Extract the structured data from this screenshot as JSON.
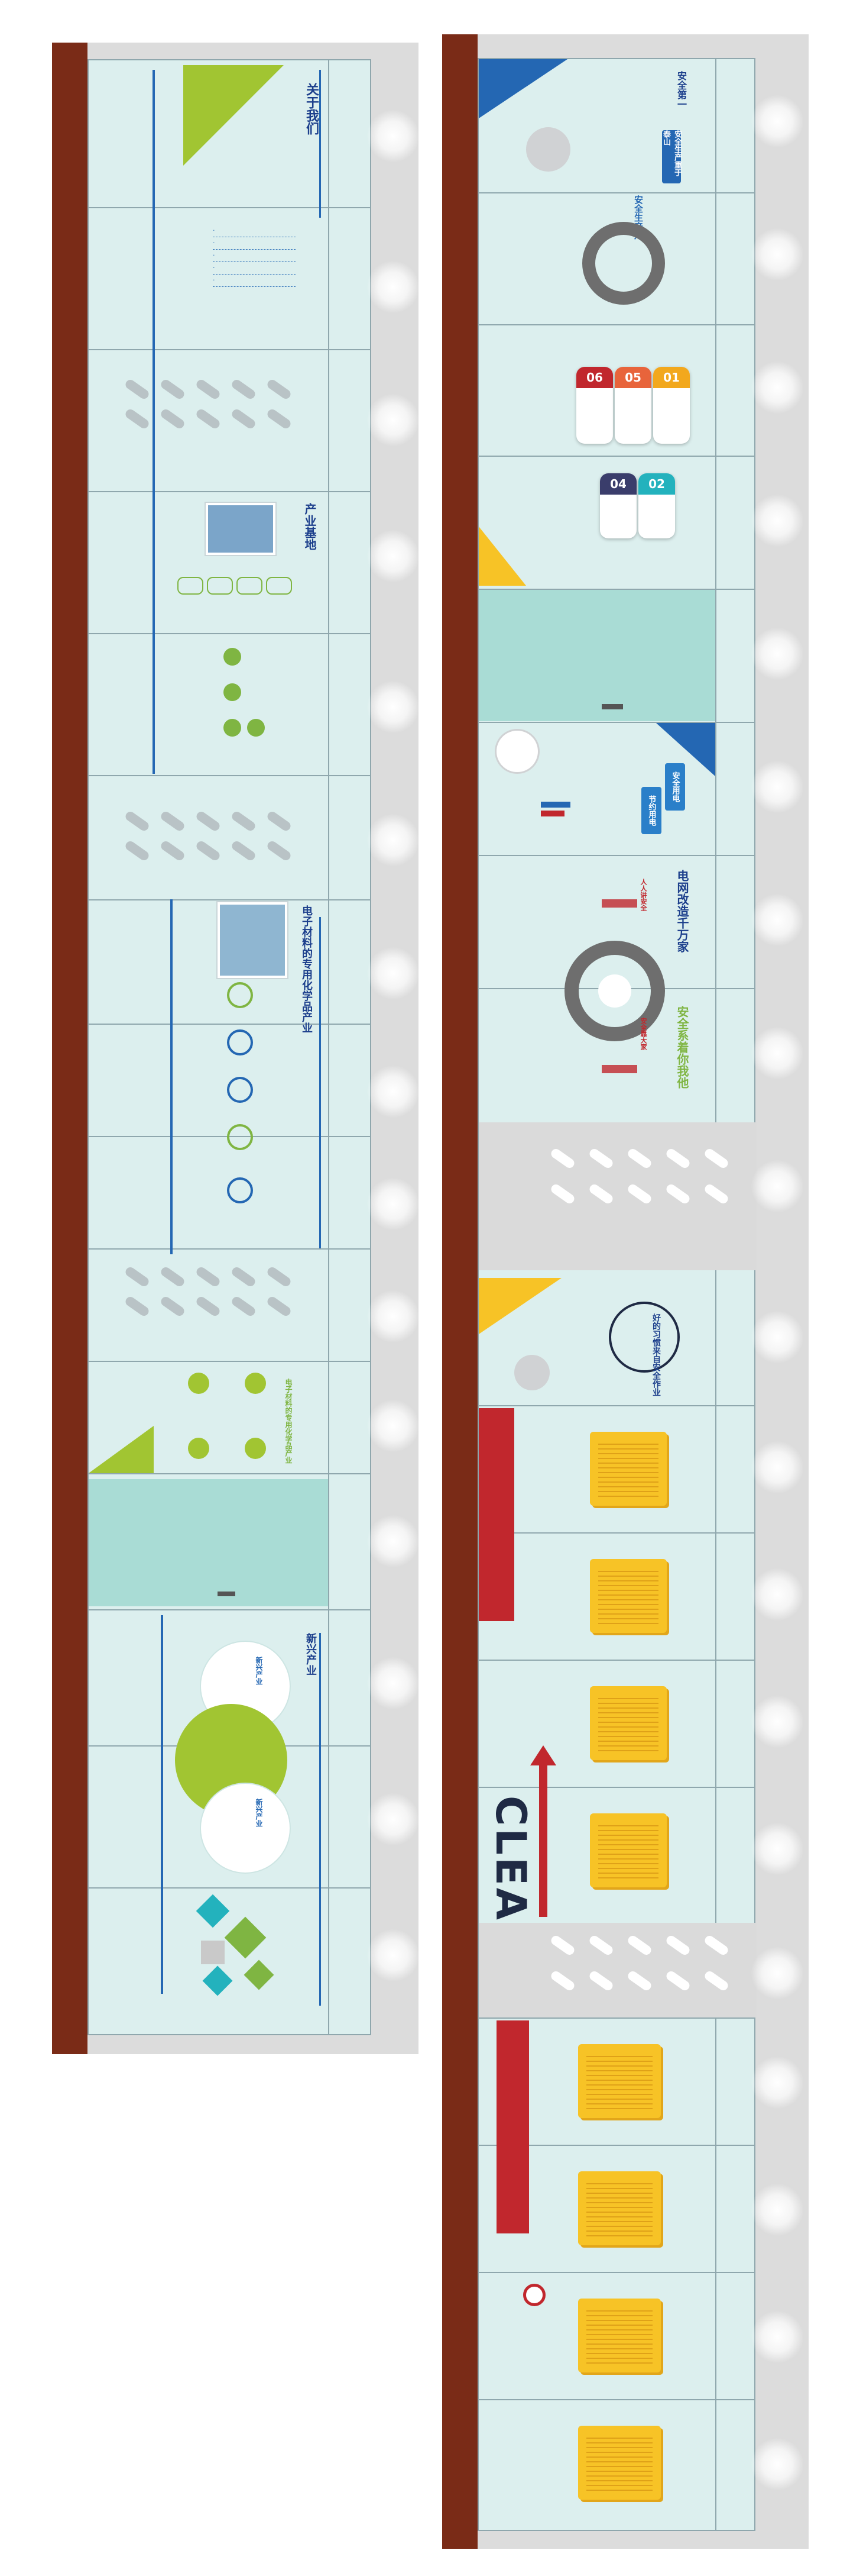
{
  "left_wall": {
    "heading_about": "关于我们",
    "heading_base": "产业基地",
    "heading_industry": "电子材料的专用化学品产业",
    "heading_industry_small": "电子材料的专用化学品产业",
    "heading_new": "新兴产业",
    "heading_circle_top": "新兴产业",
    "heading_circle_bottom": "新兴产业",
    "about_bullets": [
      "· ",
      "· ",
      "· ",
      "· ",
      "· "
    ]
  },
  "right_wall": {
    "heading_top_a": "安全第一",
    "heading_top_b": "安全生产重于泰山",
    "heading_road": "安全生产月",
    "numbers": [
      "06",
      "05",
      "01",
      "04",
      "02"
    ],
    "heading_bulb_a": "安全用电",
    "heading_bulb_b": "节约用电",
    "heading_grid_a": "电网改造千万家",
    "heading_grid_b": "安全系着你我他",
    "heading_grid_c": "人人讲安全",
    "heading_grid_d": "安全靠大家",
    "heading_clear_round": "好的习惯来自安全作业",
    "clear_word": "CLEAR"
  },
  "colors": {
    "brown": "#7a2b17",
    "glass": "#dcefee",
    "mint": "#a9dcd5",
    "blue": "#2467b3",
    "green": "#a1c532",
    "yellow": "#f7c326",
    "red": "#c1272d"
  }
}
